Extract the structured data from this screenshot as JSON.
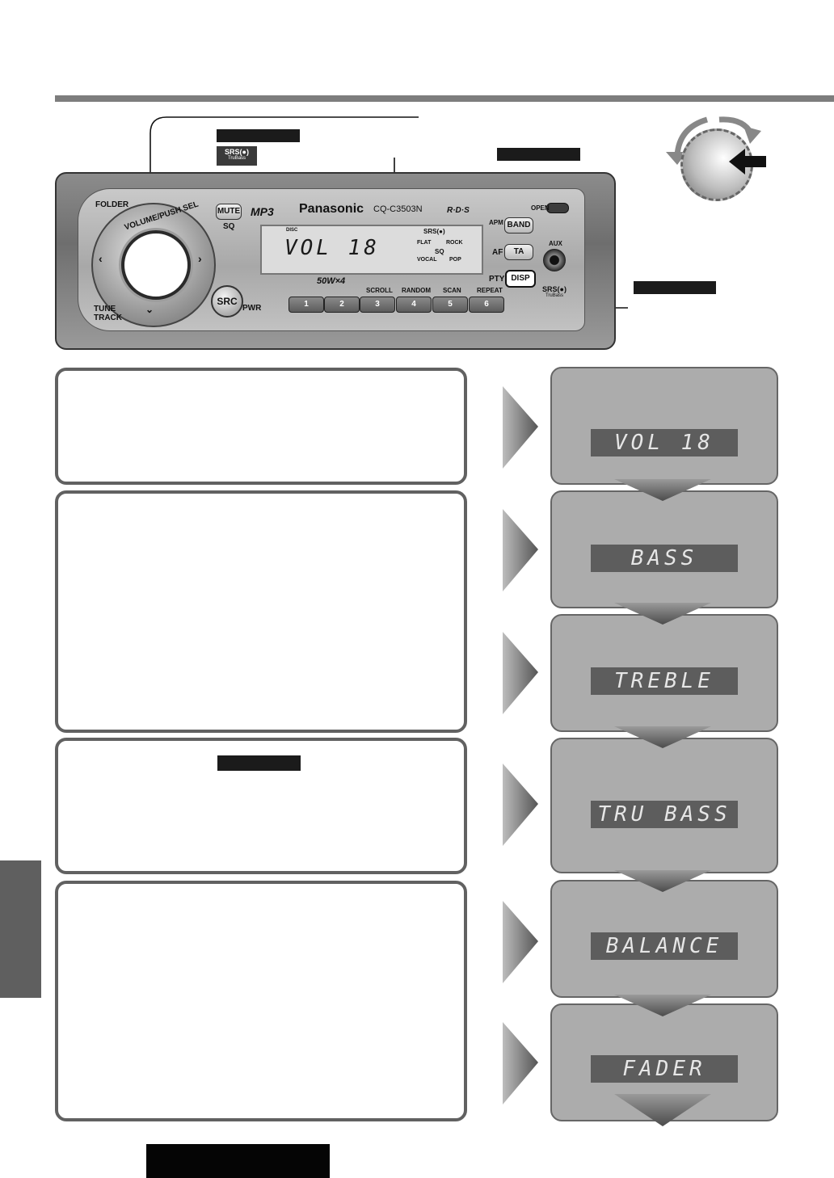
{
  "head_unit": {
    "brand": "Panasonic",
    "model": "CQ-C3503N",
    "mp3_label": "MP3",
    "rds_label": "R·D·S",
    "power_label": "50W×4",
    "display_text": "VOL   18",
    "disc_label": "DISC",
    "eq_labels": [
      "FLAT",
      "ROCK",
      "SQ",
      "VOCAL",
      "POP"
    ],
    "buttons": {
      "mute": "MUTE",
      "sq": "SQ",
      "src": "SRC",
      "pwr": "PWR",
      "band": "BAND",
      "apm": "APM",
      "ta": "TA",
      "af": "AF",
      "disp": "DISP",
      "pty": "PTY",
      "open": "OPEN",
      "aux": "AUX",
      "folder": "FOLDER",
      "tune": "TUNE",
      "track": "TRACK",
      "volume_push_sel": "VOLUME/PUSH SEL"
    },
    "preset_buttons": [
      {
        "number": "1",
        "label": ""
      },
      {
        "number": "2",
        "label": ""
      },
      {
        "number": "3",
        "label": "SCROLL"
      },
      {
        "number": "4",
        "label": "RANDOM"
      },
      {
        "number": "5",
        "label": "SCAN"
      },
      {
        "number": "6",
        "label": "REPEAT"
      }
    ],
    "srs_logo": "SRS(●)",
    "srs_sub": "TruBass"
  },
  "callout": {
    "srs_logo": "SRS(●)",
    "srs_sub": "TruBass"
  },
  "steps": [
    {
      "display": "VOL   18"
    },
    {
      "display": "BASS"
    },
    {
      "display": "TREBLE"
    },
    {
      "display": "TRU BASS"
    },
    {
      "display": "BALANCE"
    },
    {
      "display": "FADER"
    }
  ]
}
